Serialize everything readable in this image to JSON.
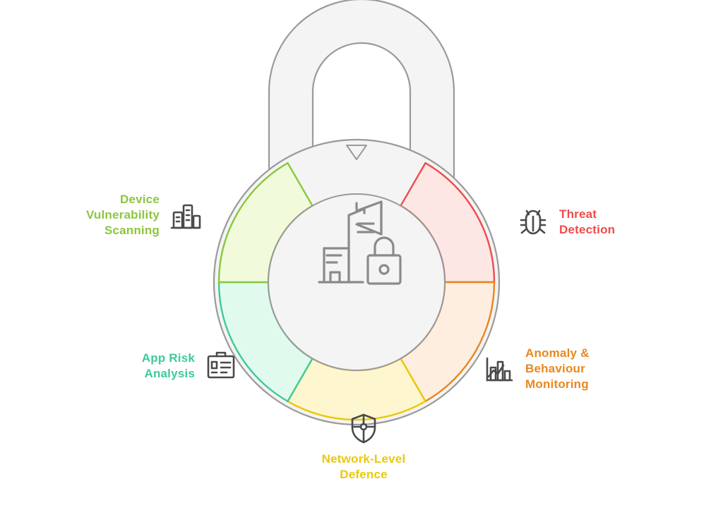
{
  "diagram": {
    "type": "padlock-radial-infographic",
    "shape": "padlock",
    "center_icon": "enterprise-buildings-lock-icon",
    "segment_count": 6,
    "blank_segment_position": "top",
    "marker_icon": "triangle-down-marker-icon",
    "items": [
      {
        "id": "device-vulnerability-scanning",
        "label": "Device\nVulnerability\nScanning",
        "color": "#8CC63F",
        "fill": "#F1FBDB",
        "icon": "device-scan-icon",
        "side": "left"
      },
      {
        "id": "threat-detection",
        "label": "Threat\nDetection",
        "color": "#EE4B4B",
        "fill": "#FDE7E5",
        "icon": "bug-threat-icon",
        "side": "right"
      },
      {
        "id": "anomaly-behaviour-monitoring",
        "label": "Anomaly &\nBehaviour\nMonitoring",
        "color": "#E8871E",
        "fill": "#FDEEDF",
        "icon": "anomaly-chart-icon",
        "side": "right"
      },
      {
        "id": "network-level-defence",
        "label": "Network-Level\nDefence",
        "color": "#EBC808",
        "fill": "#FEF6CF",
        "icon": "network-shield-icon",
        "side": "bottom"
      },
      {
        "id": "app-risk-analysis",
        "label": "App Risk\nAnalysis",
        "color": "#3DCB96",
        "fill": "#E0FBEE",
        "icon": "app-risk-icon",
        "side": "left"
      }
    ],
    "palette": {
      "lock_body_fill": "#F4F4F5",
      "lock_stroke": "#9A9A9A",
      "inner_circle_fill": "#F4F4F5",
      "blank_segment_fill": "#F4F4F5",
      "icon_gray": "#4a4a4a",
      "background": "#FFFFFF"
    }
  }
}
